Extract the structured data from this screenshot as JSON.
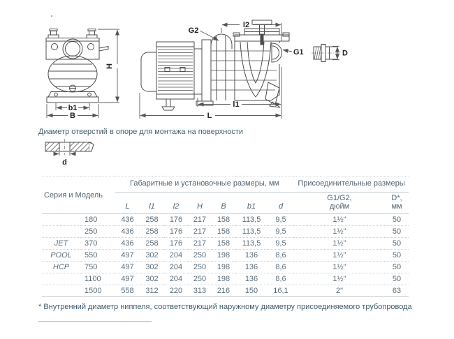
{
  "diagram": {
    "caption": "Диаметр отверстий в опоре для монтажа на поверхности",
    "labels": {
      "H": "H",
      "b1": "b1",
      "B": "B",
      "l2": "l2",
      "G2": "G2",
      "G1": "G1",
      "l1": "l1",
      "L": "L",
      "D": "D",
      "d": "d"
    }
  },
  "table": {
    "series_header": "Серия и Модель",
    "group_headers": {
      "dimensions": "Габаритные и установочные размеры, мм",
      "connection": "Присоединительные размеры"
    },
    "columns": [
      "L",
      "l1",
      "l2",
      "H",
      "B",
      "b1",
      "d"
    ],
    "connection_columns": [
      {
        "line1": "G1/G2,",
        "line2": "дюйм"
      },
      {
        "line1": "D*,",
        "line2": "мм"
      }
    ],
    "series_label": [
      "JET",
      "POOL",
      "HCP"
    ],
    "rows": [
      {
        "model": "180",
        "L": "436",
        "l1": "258",
        "l2": "176",
        "H": "217",
        "B": "158",
        "b1": "113,5",
        "d": "9,5",
        "g": "1½\"",
        "D": "50"
      },
      {
        "model": "250",
        "L": "436",
        "l1": "258",
        "l2": "176",
        "H": "217",
        "B": "158",
        "b1": "113,5",
        "d": "9,5",
        "g": "1½\"",
        "D": "50"
      },
      {
        "model": "370",
        "L": "436",
        "l1": "258",
        "l2": "176",
        "H": "217",
        "B": "158",
        "b1": "113,5",
        "d": "9,5",
        "g": "1½\"",
        "D": "50"
      },
      {
        "model": "550",
        "L": "497",
        "l1": "302",
        "l2": "204",
        "H": "250",
        "B": "198",
        "b1": "136",
        "d": "8,6",
        "g": "1½\"",
        "D": "50"
      },
      {
        "model": "750",
        "L": "497",
        "l1": "302",
        "l2": "204",
        "H": "250",
        "B": "198",
        "b1": "136",
        "d": "8,6",
        "g": "1½\"",
        "D": "50"
      },
      {
        "model": "1100",
        "L": "497",
        "l1": "302",
        "l2": "204",
        "H": "250",
        "B": "198",
        "b1": "136",
        "d": "8,6",
        "g": "1½\"",
        "D": "50"
      },
      {
        "model": "1500",
        "L": "558",
        "l1": "312",
        "l2": "220",
        "H": "313",
        "B": "216",
        "b1": "150",
        "d": "16,1",
        "g": "2\"",
        "D": "63"
      }
    ]
  },
  "footnote": {
    "text": "* Внутренний диаметр ниппеля, соответствующий наружному диаметру присоединяемого трубопровода"
  }
}
